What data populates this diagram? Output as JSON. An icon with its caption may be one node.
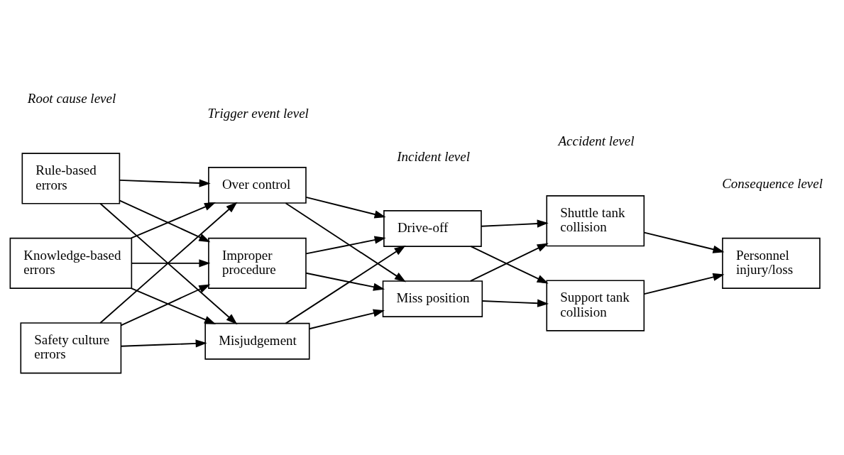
{
  "diagram": {
    "nodes": [
      {
        "text": [
          "Rule-based errors"
        ]
      },
      {
        "text": [
          "Knowledge-based errors"
        ]
      },
      {
        "text": [
          "Safety culture errors"
        ]
      },
      {
        "text": [
          "Over control"
        ]
      },
      {
        "text": [
          "Improper procedure"
        ]
      },
      {
        "text": [
          "Misjudgement"
        ]
      },
      {
        "text": [
          "Drive-off"
        ]
      },
      {
        "text": [
          "Miss position"
        ]
      },
      {
        "text": [
          "Shuttle tank collision"
        ]
      },
      {
        "text": [
          "Support tank collision"
        ]
      },
      {
        "text": [
          "Personnel injury/loss"
        ]
      }
    ],
    "edges": [
      {
        "from": 0,
        "to": 3,
        "arrow": "to"
      },
      {
        "from": 0,
        "to": 4,
        "arrow": "to"
      },
      {
        "from": 0,
        "to": 5,
        "arrow": "to"
      },
      {
        "from": 1,
        "to": 3,
        "arrow": "to"
      },
      {
        "from": 1,
        "to": 4,
        "arrow": "to"
      },
      {
        "from": 1,
        "to": 5,
        "arrow": "to"
      },
      {
        "from": 2,
        "to": 3,
        "arrow": "to"
      },
      {
        "from": 2,
        "to": 4,
        "arrow": "to"
      },
      {
        "from": 2,
        "to": 5,
        "arrow": "to"
      },
      {
        "from": 3,
        "to": 6,
        "arrow": "to"
      },
      {
        "from": 3,
        "to": 7,
        "arrow": "to"
      },
      {
        "from": 4,
        "to": 6,
        "arrow": "to"
      },
      {
        "from": 4,
        "to": 7,
        "arrow": "to"
      },
      {
        "from": 5,
        "to": 6,
        "arrow": "to"
      },
      {
        "from": 5,
        "to": 7,
        "arrow": "to"
      },
      {
        "from": 6,
        "to": 8,
        "arrow": "to"
      },
      {
        "from": 6,
        "to": 9,
        "arrow": "to"
      },
      {
        "from": 7,
        "to": 8,
        "arrow": "to"
      },
      {
        "from": 7,
        "to": 9,
        "arrow": "to"
      },
      {
        "from": 8,
        "to": 10,
        "arrow": "to"
      },
      {
        "from": 9,
        "to": 10,
        "arrow": "to"
      }
    ],
    "labels": [
      "Root cause level",
      "Trigger event level",
      "Incident level",
      "Accident level",
      "Consequence level"
    ]
  }
}
